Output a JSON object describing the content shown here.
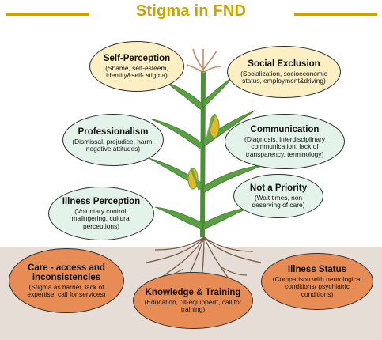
{
  "title": "Stigma in FND",
  "colors": {
    "title": "#c9a400",
    "yellow_oval": "#fcefc4",
    "green_oval": "#e4f3ea",
    "orange_oval": "#e88c55",
    "soil": "#e6ddd6"
  },
  "nodes": {
    "self_perception": {
      "heading": "Self-Perception",
      "detail": "(Shame, self-esteem, identity&self- stigma)"
    },
    "social_exclusion": {
      "heading": "Social Exclusion",
      "detail": "(Socialization, socioeconomic status, employment&driving)"
    },
    "professionalism": {
      "heading": "Professionalism",
      "detail": "(Dismissal, prejudice, harm, negative attitudes)"
    },
    "communication": {
      "heading": "Communication",
      "detail": "(Diagnosis, interdisciplinary communication, lack of transparency, terminology)"
    },
    "not_a_priority": {
      "heading": "Not a Priority",
      "detail": "(Wait times, non deserving of care)"
    },
    "illness_perception": {
      "heading": "Illness Perception",
      "detail": "(Voluntary control, malingering, cultural perceptions)"
    },
    "care_access": {
      "heading": "Care - access and inconsistencies",
      "detail": "(Stigma as barrier, lack of expertise, call for services)"
    },
    "illness_status": {
      "heading": "Illness Status",
      "detail": "(Comparison with neurological conditions/ psychiatric conditions)"
    },
    "knowledge_training": {
      "heading": "Knowledge & Training",
      "detail": "(Education, \"ill-equipped\", call for training)"
    }
  }
}
